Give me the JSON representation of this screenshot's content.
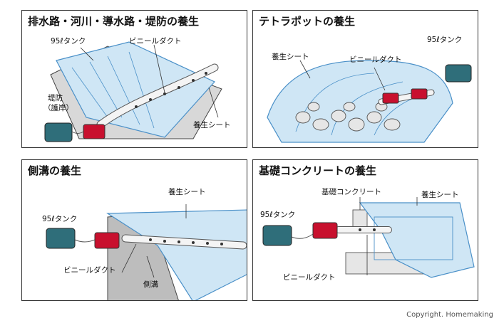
{
  "panels": {
    "p1": {
      "title": "排水路・河川・導水路・堤防の養生",
      "tank": "95ℓタンク",
      "duct": "ビニールダクト",
      "bank": "堤防",
      "bank2": "（護岸）",
      "sheet": "養生シート"
    },
    "p2": {
      "title": "テトラポットの養生",
      "tank": "95ℓタンク",
      "sheet": "養生シート",
      "duct": "ビニールダクト"
    },
    "p3": {
      "title": "側溝の養生",
      "sheet": "養生シート",
      "tank": "95ℓタンク",
      "duct": "ビニールダクト",
      "gutter": "側溝"
    },
    "p4": {
      "title": "基礎コンクリートの養生",
      "concrete": "基礎コンクリート",
      "sheet": "養生シート",
      "tank": "95ℓタンク",
      "duct": "ビニールダクト"
    }
  },
  "copyright": "Copyright. Homemaking",
  "colors": {
    "sheet": "#cfe6f5",
    "sheetLine": "#4a90c8",
    "heater": "#c8102e",
    "tank": "#2f6e7a",
    "ground": "#bdbdbd"
  },
  "icons": {
    "heater": "heater-icon",
    "tank": "fuel-tank-icon"
  }
}
